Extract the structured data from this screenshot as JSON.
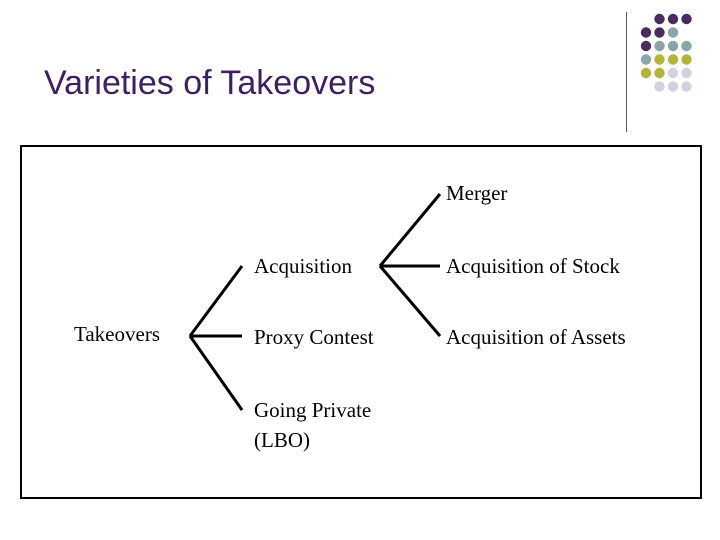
{
  "slide": {
    "title": "Varieties of Takeovers"
  },
  "diagram": {
    "root": "Takeovers",
    "level1": [
      "Acquisition",
      "Proxy Contest",
      "Going Private",
      "(LBO)"
    ],
    "level2": [
      "Merger",
      "Acquisition of Stock",
      "Acquisition of Assets"
    ]
  },
  "theme": {
    "title_color": "#3f1f63",
    "dot_colors": {
      "purple": "#4b2a5e",
      "teal": "#8aa5a8",
      "olive": "#b3b43a",
      "lavender": "#d2d1e0"
    }
  }
}
